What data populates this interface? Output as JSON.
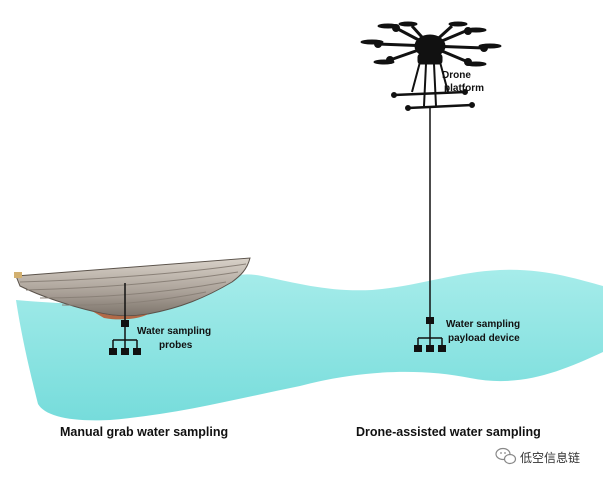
{
  "colors": {
    "water": "#7fe0df",
    "water_light": "#a9ecea",
    "boat_hull": "#b8aea3",
    "boat_dark": "#6e655c",
    "boat_rust": "#b5532b",
    "drone": "#111111",
    "background": "#ffffff"
  },
  "labels": {
    "drone_platform_line1": "Drone",
    "drone_platform_line2": "platform",
    "probe_line1": "Water sampling",
    "probe_line2": "probes",
    "payload_line1": "Water sampling",
    "payload_line2": "payload device",
    "caption_manual": "Manual grab water sampling",
    "caption_drone": "Drone-assisted water sampling"
  },
  "watermark": {
    "icon": "wechat-icon",
    "text": "低空信息链"
  }
}
